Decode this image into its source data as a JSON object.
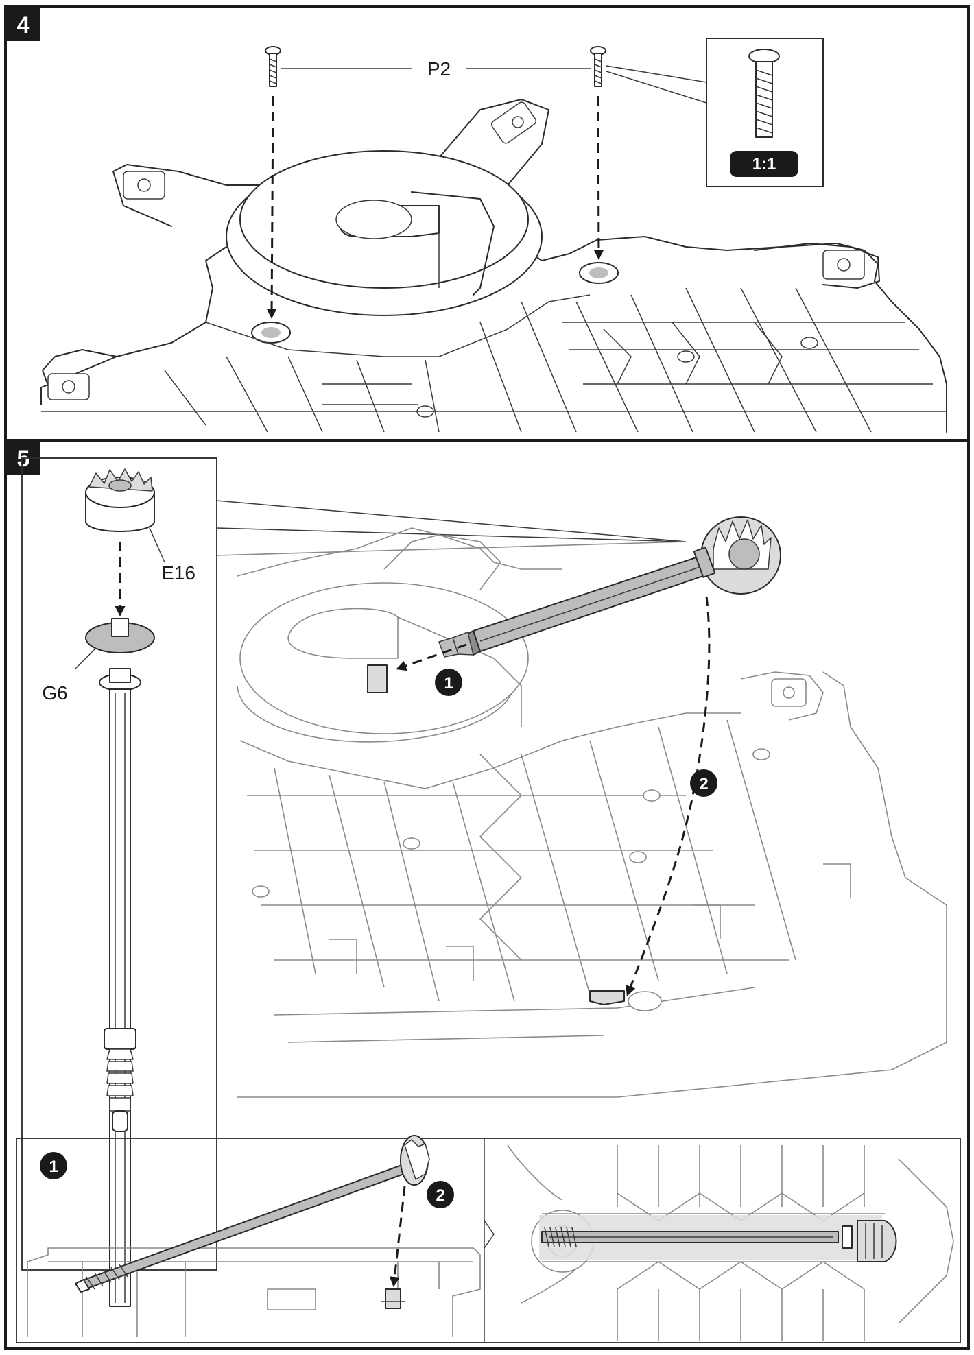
{
  "steps": [
    {
      "number": "4",
      "part_label": "P2",
      "scale_badge": "1:1"
    },
    {
      "number": "5",
      "part_labels": {
        "gear": "E16",
        "washer": "G6"
      },
      "callouts": [
        "1",
        "2"
      ],
      "detail_callouts": [
        "1",
        "2"
      ]
    }
  ],
  "colors": {
    "frame": "#1a1a1a",
    "badge": "#1a1a1a",
    "part_fill": "#bdbdbd"
  }
}
